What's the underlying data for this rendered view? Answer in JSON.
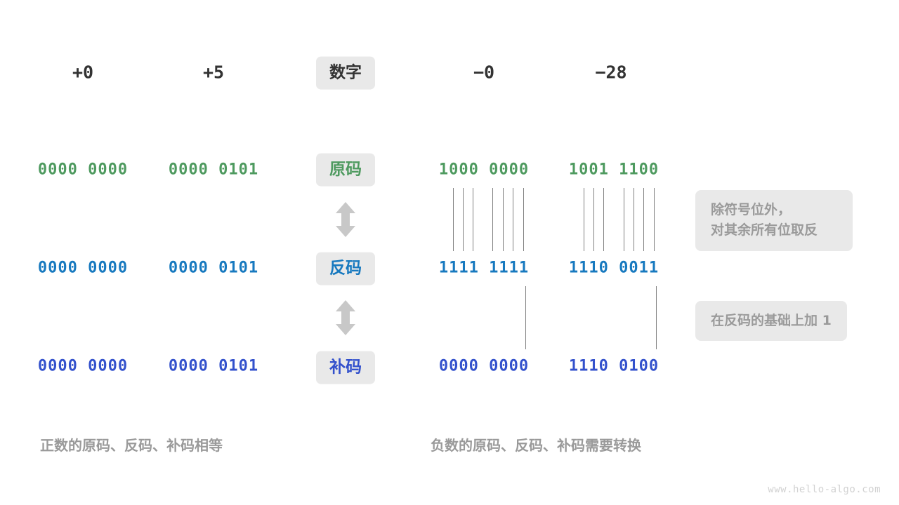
{
  "meta": {
    "watermark": "www.hello-algo.com",
    "colors": {
      "green": "#4e9a5f",
      "blue": "#1779bf",
      "indigo": "#3351cc",
      "badge_bg": "#e9e9e9",
      "gray_text": "#9a9a9a",
      "dark_text": "#333333",
      "line": "#808080",
      "arrow": "#c8c8c8"
    }
  },
  "header": {
    "row_label": "数字",
    "numbers": [
      "+0",
      "+5",
      "−0",
      "−28"
    ]
  },
  "rows": [
    {
      "label": "原码",
      "color_key": "green",
      "values": [
        "0000 0000",
        "0000 0101",
        "1000 0000",
        "1001 1100"
      ]
    },
    {
      "label": "反码",
      "color_key": "blue",
      "values": [
        "0000 0000",
        "0000 0101",
        "1111 1111",
        "1110 0011"
      ]
    },
    {
      "label": "补码",
      "color_key": "indigo",
      "values": [
        "0000 0000",
        "0000 0101",
        "0000 0000",
        "1110 0100"
      ]
    }
  ],
  "arrows": [
    {
      "name": "arrow-yuanma-to-fanma",
      "direction": "up-down"
    },
    {
      "name": "arrow-fanma-to-buma",
      "direction": "up-down"
    }
  ],
  "notes": [
    {
      "text": "除符号位外，\n对其余所有位取反"
    },
    {
      "text": "在反码的基础上加  1"
    }
  ],
  "captions": [
    {
      "text": "正数的原码、反码、补码相等"
    },
    {
      "text": "负数的原码、反码、补码需要转换"
    }
  ]
}
